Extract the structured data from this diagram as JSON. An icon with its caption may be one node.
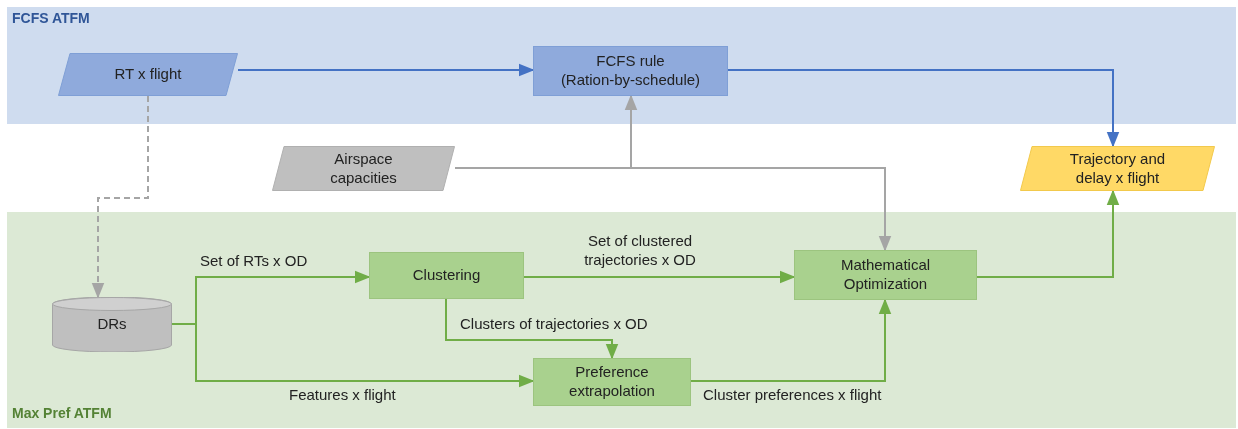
{
  "diagram": {
    "nodes": [
      {
        "text": [
          "FCFS ATFM"
        ]
      },
      {
        "text": [
          "RT x flight"
        ],
        "in": 0
      },
      {
        "text": [
          "FCFS rule",
          "(Ration-by-schedule)"
        ],
        "in": 0
      },
      {
        "text": [
          "Airspace capacities"
        ]
      },
      {
        "text": [
          "Trajectory and delay x flight"
        ]
      },
      {
        "text": [
          "Max Pref ATFM"
        ]
      },
      {
        "text": [
          "Clustering"
        ],
        "in": 5
      },
      {
        "text": [
          "Mathematical Optimization"
        ],
        "in": 5
      },
      {
        "text": [
          "DRs"
        ],
        "in": 5
      },
      {
        "text": [
          "Preference extrapolation"
        ],
        "in": 5
      }
    ],
    "edges": [
      {
        "from": 1,
        "to": 2,
        "arrow": "to",
        "color": "#4472c4"
      },
      {
        "from": 2,
        "to": 4,
        "arrow": "to",
        "color": "#4472c4"
      },
      {
        "from": 1,
        "to": 8,
        "arrow": "to",
        "style": "dashed",
        "color": "#a5a5a5"
      },
      {
        "from": 3,
        "to": 2,
        "arrow": "to",
        "color": "#a5a5a5"
      },
      {
        "from": 3,
        "to": 7,
        "arrow": "to",
        "color": "#a5a5a5"
      },
      {
        "from": 8,
        "to": 6,
        "arrow": "to",
        "label": "Set of RTs x OD"
      },
      {
        "from": 8,
        "to": 9,
        "arrow": "to",
        "label": "Features x flight"
      },
      {
        "from": 6,
        "to": 7,
        "arrow": "to",
        "label": "Set of clustered trajectories x OD"
      },
      {
        "from": 6,
        "to": 9,
        "arrow": "to",
        "label": "Clusters of trajectories x OD"
      },
      {
        "from": 9,
        "to": 7,
        "arrow": "to",
        "label": "Cluster preferences x flight"
      },
      {
        "from": 7,
        "to": 4,
        "arrow": "to"
      }
    ]
  }
}
